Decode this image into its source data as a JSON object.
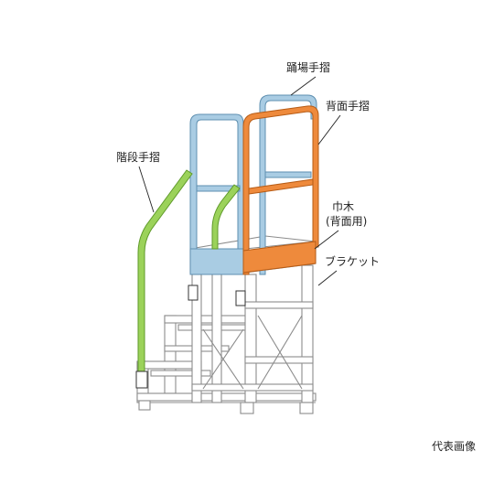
{
  "labels": {
    "platform_handrail": "踊場手摺",
    "back_handrail": "背面手摺",
    "stair_handrail": "階段手摺",
    "toeboard_line1": "巾木",
    "toeboard_line2": "(背面用)",
    "bracket": "ブラケット"
  },
  "caption": "代表画像",
  "colors": {
    "platform_handrail": "#a9cce3",
    "platform_handrail_stroke": "#5e8fb0",
    "back_handrail": "#ee8a3c",
    "back_handrail_stroke": "#b75c16",
    "stair_handrail": "#9bd25a",
    "stair_handrail_stroke": "#5f9a2a",
    "frame": "#ffffff",
    "frame_stroke": "#8c8c8c",
    "text": "#222222"
  }
}
